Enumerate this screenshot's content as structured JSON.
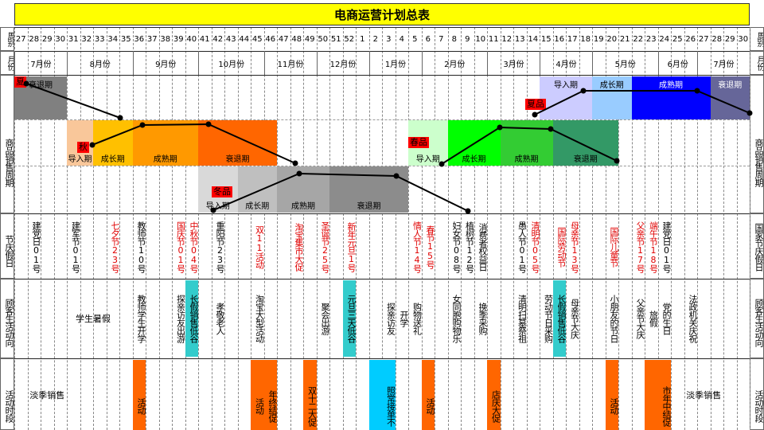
{
  "title": "电商运营计划总表",
  "row_labels": {
    "week": "周别",
    "month": "月份",
    "lifecycle_left": "商品销售周期",
    "lifecycle_right": "商品销售周期",
    "holiday_left": "节庆假日",
    "holiday_right": "国家节庆假日",
    "behavior_left": "顾客生活动向",
    "behavior_right": "顾客生活动向",
    "activity_left": "活动时段",
    "activity_right": "活动时段"
  },
  "weeks": [
    "27",
    "28",
    "29",
    "30",
    "31",
    "32",
    "33",
    "34",
    "35",
    "36",
    "37",
    "38",
    "39",
    "40",
    "41",
    "42",
    "43",
    "44",
    "45",
    "46",
    "47",
    "48",
    "49",
    "50",
    "51",
    "52",
    "1",
    "2",
    "3",
    "4",
    "5",
    "6",
    "7",
    "8",
    "9",
    "10",
    "11",
    "12",
    "13",
    "14",
    "15",
    "16",
    "17",
    "18",
    "19",
    "20",
    "21",
    "22",
    "23",
    "24",
    "25",
    "26",
    "27",
    "28",
    "29",
    "30"
  ],
  "months": [
    {
      "label": "7月份",
      "start": 0,
      "span": 4
    },
    {
      "label": "8月份",
      "start": 4,
      "span": 5
    },
    {
      "label": "9月份",
      "start": 9,
      "span": 5
    },
    {
      "label": "10月份",
      "start": 14,
      "span": 5
    },
    {
      "label": "11月份",
      "start": 19,
      "span": 4
    },
    {
      "label": "12月份",
      "start": 23,
      "span": 4
    },
    {
      "label": "1月份",
      "start": 27,
      "span": 4
    },
    {
      "label": "2月份",
      "start": 31,
      "span": 5
    },
    {
      "label": "3月份",
      "start": 36,
      "span": 4
    },
    {
      "label": "4月份",
      "start": 40,
      "span": 4
    },
    {
      "label": "5月份",
      "start": 44,
      "span": 5
    },
    {
      "label": "6月份",
      "start": 49,
      "span": 3
    },
    {
      "label": "7月份",
      "start": 52,
      "span": 4
    }
  ],
  "seasons": [
    {
      "tag": "夏",
      "phases": [
        {
          "label": "衰退期",
          "start": 0,
          "span": 4,
          "color": "#808080",
          "row": 0
        }
      ]
    },
    {
      "tag": "秋",
      "phases": [
        {
          "label": "导入期",
          "start": 4,
          "span": 2,
          "color": "#f9c79a",
          "row": 1
        },
        {
          "label": "成长期",
          "start": 6,
          "span": 3,
          "color": "#ffc000",
          "row": 1
        },
        {
          "label": "成熟期",
          "start": 9,
          "span": 5,
          "color": "#ff9900",
          "row": 1
        },
        {
          "label": "衰退期",
          "start": 14,
          "span": 6,
          "color": "#ff6600",
          "row": 1
        }
      ]
    },
    {
      "tag": "冬品",
      "phases": [
        {
          "label": "导入期",
          "start": 14,
          "span": 3,
          "color": "#d9d9d9",
          "row": 2
        },
        {
          "label": "成长期",
          "start": 17,
          "span": 3,
          "color": "#bfbfbf",
          "row": 2
        },
        {
          "label": "成熟期",
          "start": 20,
          "span": 4,
          "color": "#a6a6a6",
          "row": 2
        },
        {
          "label": "衰退期",
          "start": 24,
          "span": 6,
          "color": "#8c8c8c",
          "row": 2
        }
      ]
    },
    {
      "tag": "春品",
      "phases": [
        {
          "label": "导入期",
          "start": 30,
          "span": 3,
          "color": "#ccffcc",
          "row": 1
        },
        {
          "label": "成长期",
          "start": 33,
          "span": 4,
          "color": "#00ff00",
          "row": 1
        },
        {
          "label": "成熟期",
          "start": 37,
          "span": 4,
          "color": "#33cc33",
          "row": 1
        },
        {
          "label": "衰退期",
          "start": 41,
          "span": 5,
          "color": "#339966",
          "row": 1
        }
      ]
    },
    {
      "tag": "夏品",
      "phases": [
        {
          "label": "导入期",
          "start": 40,
          "span": 4,
          "color": "#ccccff",
          "row": 0
        },
        {
          "label": "成长期",
          "start": 44,
          "span": 3,
          "color": "#99ccff",
          "row": 0
        },
        {
          "label": "成熟期",
          "start": 47,
          "span": 6,
          "color": "#0000ff",
          "row": 0
        },
        {
          "label": "衰退期",
          "start": 53,
          "span": 3,
          "color": "#666699",
          "row": 0
        }
      ]
    }
  ],
  "holidays": [
    {
      "col": 1,
      "text": "建党日01号",
      "red": false
    },
    {
      "col": 4,
      "text": "建军节01号",
      "red": false
    },
    {
      "col": 7,
      "text": "七夕节23号",
      "red": true
    },
    {
      "col": 9,
      "text": "教师节10号",
      "red": false
    },
    {
      "col": 12,
      "text": "国庆节01号",
      "red": true
    },
    {
      "col": 13,
      "text": "中秋节04号",
      "red": true
    },
    {
      "col": 15,
      "text": "重阳节23号",
      "red": false
    },
    {
      "col": 18,
      "text": "双11活动",
      "red": true
    },
    {
      "col": 21,
      "text": "淘宝集市大促",
      "red": true
    },
    {
      "col": 23,
      "text": "圣诞节25号",
      "red": true
    },
    {
      "col": 25,
      "text": "新年元旦1号",
      "red": true
    },
    {
      "col": 30,
      "text": "情人节14号",
      "red": true
    },
    {
      "col": 31,
      "text": "春节15号",
      "red": true
    },
    {
      "col": 33,
      "text": "妇女节08号",
      "red": false
    },
    {
      "col": 34,
      "text": "植树节12号",
      "red": false
    },
    {
      "col": 35,
      "text": "消费者权益日",
      "red": false
    },
    {
      "col": 38,
      "text": "愚人节01号",
      "red": false
    },
    {
      "col": 39,
      "text": "清明节05号",
      "red": true
    },
    {
      "col": 41,
      "text": "国际劳动节",
      "red": true
    },
    {
      "col": 42,
      "text": "母亲节13号",
      "red": true
    },
    {
      "col": 45,
      "text": "国际儿童节",
      "red": true
    },
    {
      "col": 47,
      "text": "父亲节17号",
      "red": true
    },
    {
      "col": 48,
      "text": "端午节18号",
      "red": true
    },
    {
      "col": 49,
      "text": "建党日01号",
      "red": false
    }
  ],
  "behaviors": [
    {
      "col": 3,
      "span": 6,
      "text": "学生暑假",
      "horizontal": true,
      "bg": ""
    },
    {
      "col": 9,
      "span": 1,
      "text": "教师学生开学",
      "bg": ""
    },
    {
      "col": 12,
      "span": 1,
      "text": "探亲访友出游",
      "bg": ""
    },
    {
      "col": 13,
      "span": 1,
      "text": "长假销售低谷",
      "bg": "#33cccc"
    },
    {
      "col": 15,
      "span": 1,
      "text": "孝敬老人",
      "bg": ""
    },
    {
      "col": 18,
      "span": 1,
      "text": "淘宝大型活动",
      "bg": ""
    },
    {
      "col": 23,
      "span": 1,
      "text": "聚会出游",
      "bg": ""
    },
    {
      "col": 25,
      "span": 1,
      "text": "元旦三天低谷",
      "bg": "#33cccc"
    },
    {
      "col": 28,
      "span": 1,
      "text": "探亲访友",
      "bg": ""
    },
    {
      "col": 29,
      "span": 1,
      "text": "开学",
      "bg": ""
    },
    {
      "col": 30,
      "span": 1,
      "text": "购物送礼",
      "bg": ""
    },
    {
      "col": 33,
      "span": 1,
      "text": "女同胞购物乐",
      "bg": ""
    },
    {
      "col": 35,
      "span": 1,
      "text": "换季采购",
      "bg": ""
    },
    {
      "col": 38,
      "span": 1,
      "text": "清明扫墓祭祖",
      "bg": ""
    },
    {
      "col": 40,
      "span": 1,
      "text": "劳动节日采购",
      "bg": ""
    },
    {
      "col": 41,
      "span": 1,
      "text": "长假销售低谷",
      "bg": "#33cccc"
    },
    {
      "col": 42,
      "span": 1,
      "text": "母亲节大庆",
      "bg": ""
    },
    {
      "col": 45,
      "span": 1,
      "text": "小朋友的节日",
      "bg": ""
    },
    {
      "col": 47,
      "span": 1,
      "text": "父亲节大庆",
      "bg": ""
    },
    {
      "col": 48,
      "span": 1,
      "text": "旅假",
      "bg": ""
    },
    {
      "col": 49,
      "span": 1,
      "text": "党的生日",
      "bg": ""
    },
    {
      "col": 51,
      "span": 1,
      "text": "法政机关庆祝",
      "bg": ""
    }
  ],
  "activities": [
    {
      "col": 1,
      "span": 3,
      "text": "淡季销售",
      "horizontal": true,
      "bg": ""
    },
    {
      "col": 9,
      "span": 1,
      "text": "活动",
      "bg": "#ff6600"
    },
    {
      "col": 18,
      "span": 1,
      "text": "活动",
      "bg": "#ff6600"
    },
    {
      "col": 19,
      "span": 1,
      "text": "年终结促",
      "bg": "#ff6600"
    },
    {
      "col": 22,
      "span": 1,
      "text": "双十二大促",
      "bg": "#ff6600"
    },
    {
      "col": 27,
      "span": 2,
      "text": "照常接单不",
      "bg": "#00ccff"
    },
    {
      "col": 31,
      "span": 1,
      "text": "活动",
      "bg": "#ff6600"
    },
    {
      "col": 36,
      "span": 1,
      "text": "店庆大促",
      "bg": "#ff6600"
    },
    {
      "col": 45,
      "span": 1,
      "text": "活动",
      "bg": "#ff6600"
    },
    {
      "col": 48,
      "span": 2,
      "text": "市年中结促",
      "bg": "#ff6600"
    },
    {
      "col": 51,
      "span": 3,
      "text": "淡季销售",
      "horizontal": true,
      "bg": ""
    }
  ],
  "colors": {
    "title_bg": "#ffff00",
    "tag_bg": "#ff0000",
    "holiday_red": "#e00000",
    "grid": "#888888"
  }
}
